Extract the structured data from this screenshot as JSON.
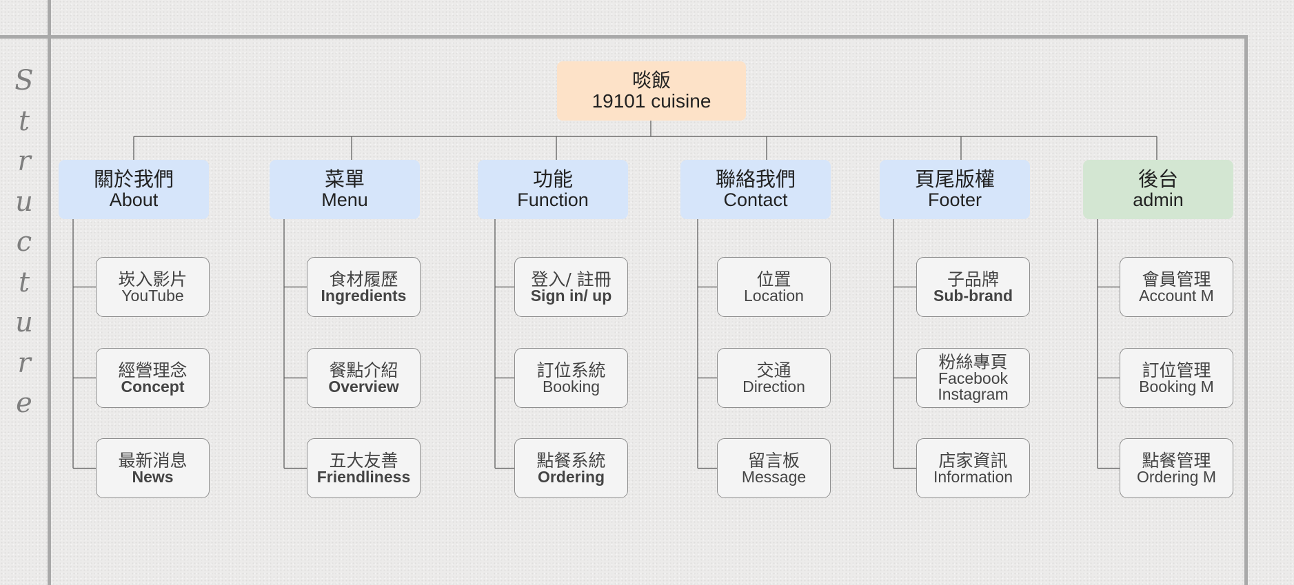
{
  "side_title": [
    "S",
    "t",
    "r",
    "u",
    "c",
    "t",
    "u",
    "r",
    "e"
  ],
  "colors": {
    "root_fill": "#fde2c8",
    "category_fill": "#d6e5fa",
    "admin_fill": "#d3e6d2",
    "leaf_fill": "#f4f4f4",
    "leaf_border": "#8d8d8d",
    "connector": "#555555",
    "frame": "#a9a9a9"
  },
  "root": {
    "zh": "啖飯",
    "en": "19101 cuisine"
  },
  "categories": [
    {
      "zh": "關於我們",
      "en": "About",
      "items": [
        {
          "zh": "崁入影片",
          "en": "YouTube",
          "bold": false
        },
        {
          "zh": "經營理念",
          "en": "Concept",
          "bold": true
        },
        {
          "zh": "最新消息",
          "en": "News",
          "bold": true
        }
      ]
    },
    {
      "zh": "菜單",
      "en": "Menu",
      "items": [
        {
          "zh": "食材履歷",
          "en": "Ingredients",
          "bold": true
        },
        {
          "zh": "餐點介紹",
          "en": "Overview",
          "bold": true
        },
        {
          "zh": "五大友善",
          "en": "Friendliness",
          "bold": true
        }
      ]
    },
    {
      "zh": "功能",
      "en": "Function",
      "items": [
        {
          "zh": "登入/ 註冊",
          "en": "Sign in/ up",
          "bold": true
        },
        {
          "zh": "訂位系統",
          "en": "Booking",
          "bold": false
        },
        {
          "zh": "點餐系統",
          "en": "Ordering",
          "bold": true
        }
      ]
    },
    {
      "zh": "聯絡我們",
      "en": "Contact",
      "items": [
        {
          "zh": "位置",
          "en": "Location",
          "bold": false
        },
        {
          "zh": "交通",
          "en": "Direction",
          "bold": false
        },
        {
          "zh": "留言板",
          "en": "Message",
          "bold": false
        }
      ]
    },
    {
      "zh": "頁尾版權",
      "en": "Footer",
      "items": [
        {
          "zh": "子品牌",
          "en": "Sub-brand",
          "bold": true
        },
        {
          "zh": "粉絲專頁",
          "en": "Facebook\nInstagram",
          "bold": false
        },
        {
          "zh": "店家資訊",
          "en": "Information",
          "bold": false
        }
      ]
    },
    {
      "zh": "後台",
      "en": "admin",
      "items": [
        {
          "zh": "會員管理",
          "en": "Account M",
          "bold": false
        },
        {
          "zh": "訂位管理",
          "en": "Booking M",
          "bold": false
        },
        {
          "zh": "點餐管理",
          "en": "Ordering M",
          "bold": false
        }
      ]
    }
  ]
}
